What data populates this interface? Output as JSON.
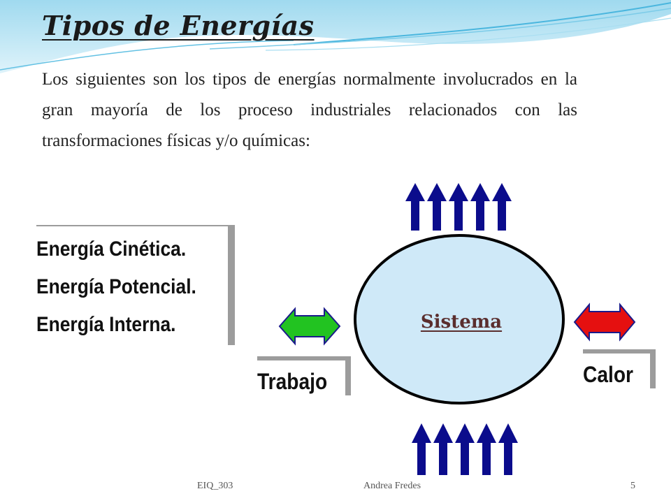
{
  "slide": {
    "title": "Tipos de Energías",
    "intro": "Los siguientes son los tipos de energías normalmente involucrados en la gran mayoría de los proceso industriales relacionados con las transformaciones físicas y/o químicas:"
  },
  "energies": [
    "Energía Cinética.",
    "Energía Potencial.",
    "Energía Interna."
  ],
  "diagram": {
    "system_label": "Sistema",
    "work_label": "Trabajo",
    "heat_label": "Calor",
    "colors": {
      "system_fill": "#cfe9f8",
      "arrow_blue": "#0b0c8c",
      "work_arrow": "#22c321",
      "heat_arrow": "#e51010"
    }
  },
  "footer": {
    "course": "EIQ_303",
    "author": "Andrea Fredes",
    "page": "5"
  }
}
